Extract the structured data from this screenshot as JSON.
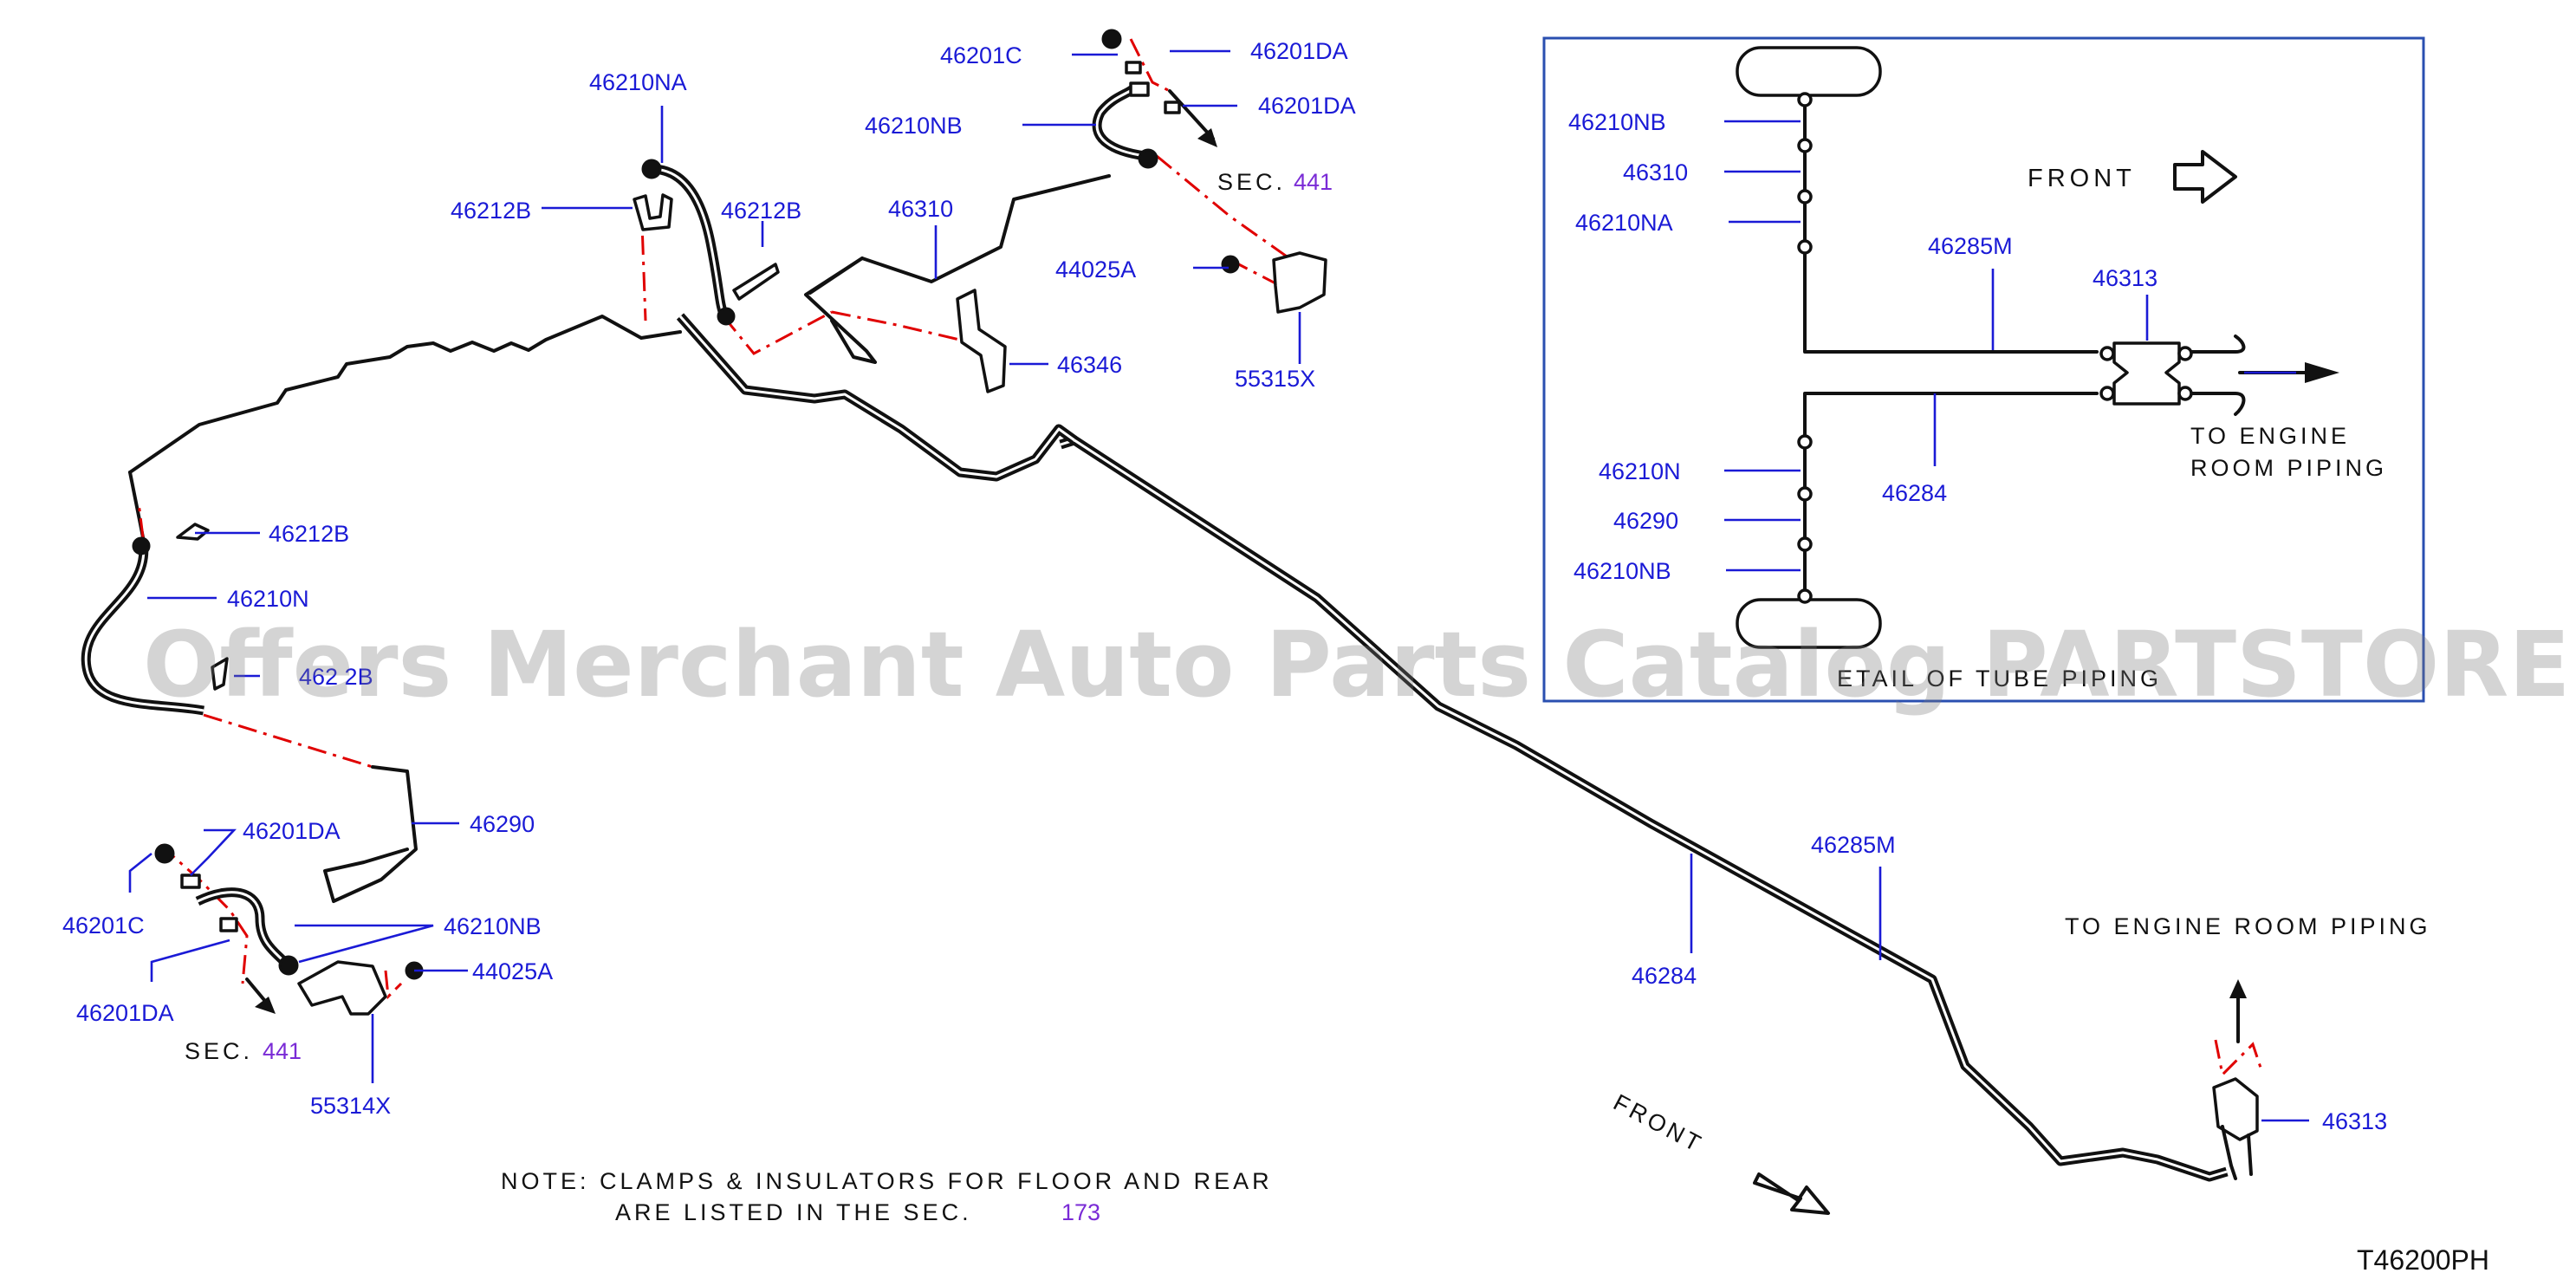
{
  "callouts": {
    "c_46210NA_top": "46210NA",
    "c_46212B_top_left": "46212B",
    "c_46212B_top_right": "46212B",
    "c_46201C_top": "46201C",
    "c_46201DA_top1": "46201DA",
    "c_46210NB_top": "46210NB",
    "c_46201DA_top2": "46201DA",
    "c_46310": "46310",
    "c_44025A_top": "44025A",
    "c_55315X": "55315X",
    "c_46346": "46346",
    "c_46212B_left": "46212B",
    "c_46210N_left": "46210N",
    "c_46212B_left_partial": "462 2B",
    "c_46290": "46290",
    "c_46201DA_bot1": "46201DA",
    "c_46201C_bot": "46201C",
    "c_46210NB_bot": "46210NB",
    "c_44025A_bot": "44025A",
    "c_46201DA_bot2": "46201DA",
    "c_55314X": "55314X",
    "c_46285M_main": "46285M",
    "c_46284_main": "46284",
    "c_46313_main": "46313"
  },
  "sections": {
    "sec_top_label": "SEC.",
    "sec_top_num": "441",
    "sec_bot_label": "SEC.",
    "sec_bot_num": "441"
  },
  "notes": {
    "to_engine_main": "TO  ENGINE  ROOM  PIPING",
    "front_main": "FRONT",
    "note_line1": "NOTE:  CLAMPS  &  INSULATORS  FOR  FLOOR  AND  REAR",
    "note_line2": "ARE  LISTED  IN  THE  SEC.",
    "note_sec": "173",
    "diagram_code": "T46200PH"
  },
  "detail": {
    "c_46210NB_a": "46210NB",
    "c_46310": "46310",
    "c_46210NA": "46210NA",
    "c_46285M": "46285M",
    "c_46313": "46313",
    "c_46210N": "46210N",
    "c_46290": "46290",
    "c_46210NB_b": "46210NB",
    "c_46284": "46284",
    "front": "FRONT",
    "to_engine_1": "TO  ENGINE",
    "to_engine_2": "ROOM  PIPING",
    "caption": "ETAIL  OF  TUBE  PIPING"
  },
  "watermark": "Offers Merchant Auto Parts Catalog PARTSTORE.SA",
  "colors": {
    "callout": "#1a1ad6",
    "section_ref": "#7a2bd6",
    "centerline": "#e00000",
    "detail_frame": "#2a4fb0",
    "line": "#111111"
  }
}
